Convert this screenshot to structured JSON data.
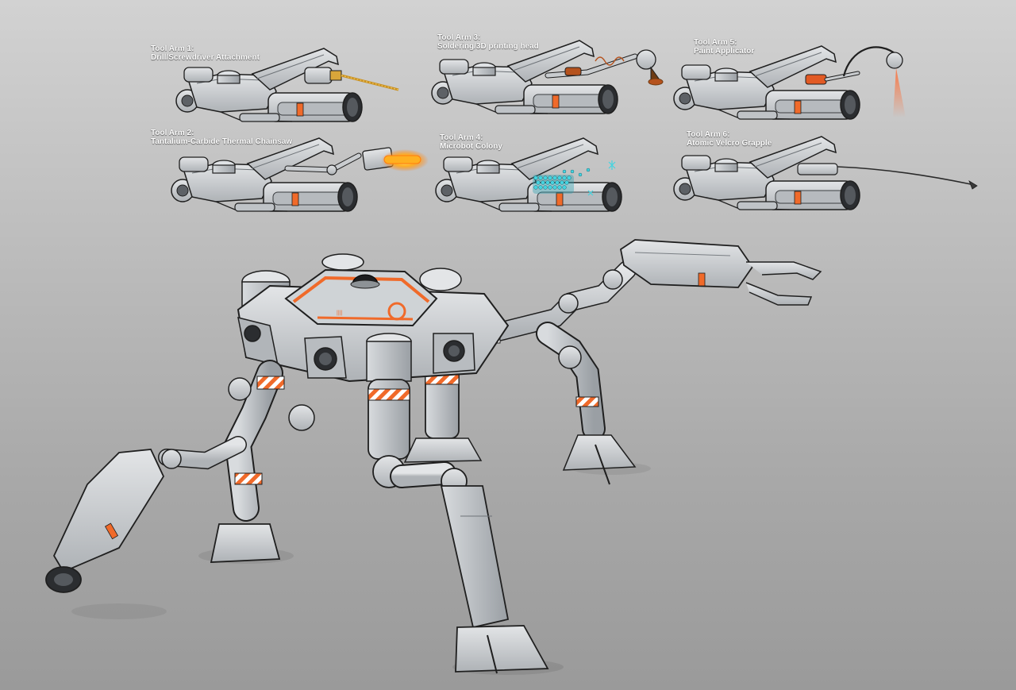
{
  "tool_arms": [
    {
      "title": "Tool Arm 1:",
      "desc": "Drill/Screwdriver Attachment"
    },
    {
      "title": "Tool Arm 2:",
      "desc": "Tantalium-Carbide Thermal Chainsaw"
    },
    {
      "title": "Tool Arm 3:",
      "desc": "Soldering/3D printing head"
    },
    {
      "title": "Tool Arm 4:",
      "desc": "Microbot Colony"
    },
    {
      "title": "Tool Arm 5:",
      "desc": "Paint Applicator"
    },
    {
      "title": "Tool Arm 6:",
      "desc": "Atomic Velcro Grapple"
    }
  ],
  "colors": {
    "background": "#b4b4b4",
    "metal": "#c9cccf",
    "metal_dark": "#8f9499",
    "outline": "#1f1f1f",
    "accent_orange": "#f06a2a",
    "chainsaw_glow": "#ffb020",
    "microbot_cyan": "#44d4e0",
    "solder_copper": "#b5521d"
  }
}
